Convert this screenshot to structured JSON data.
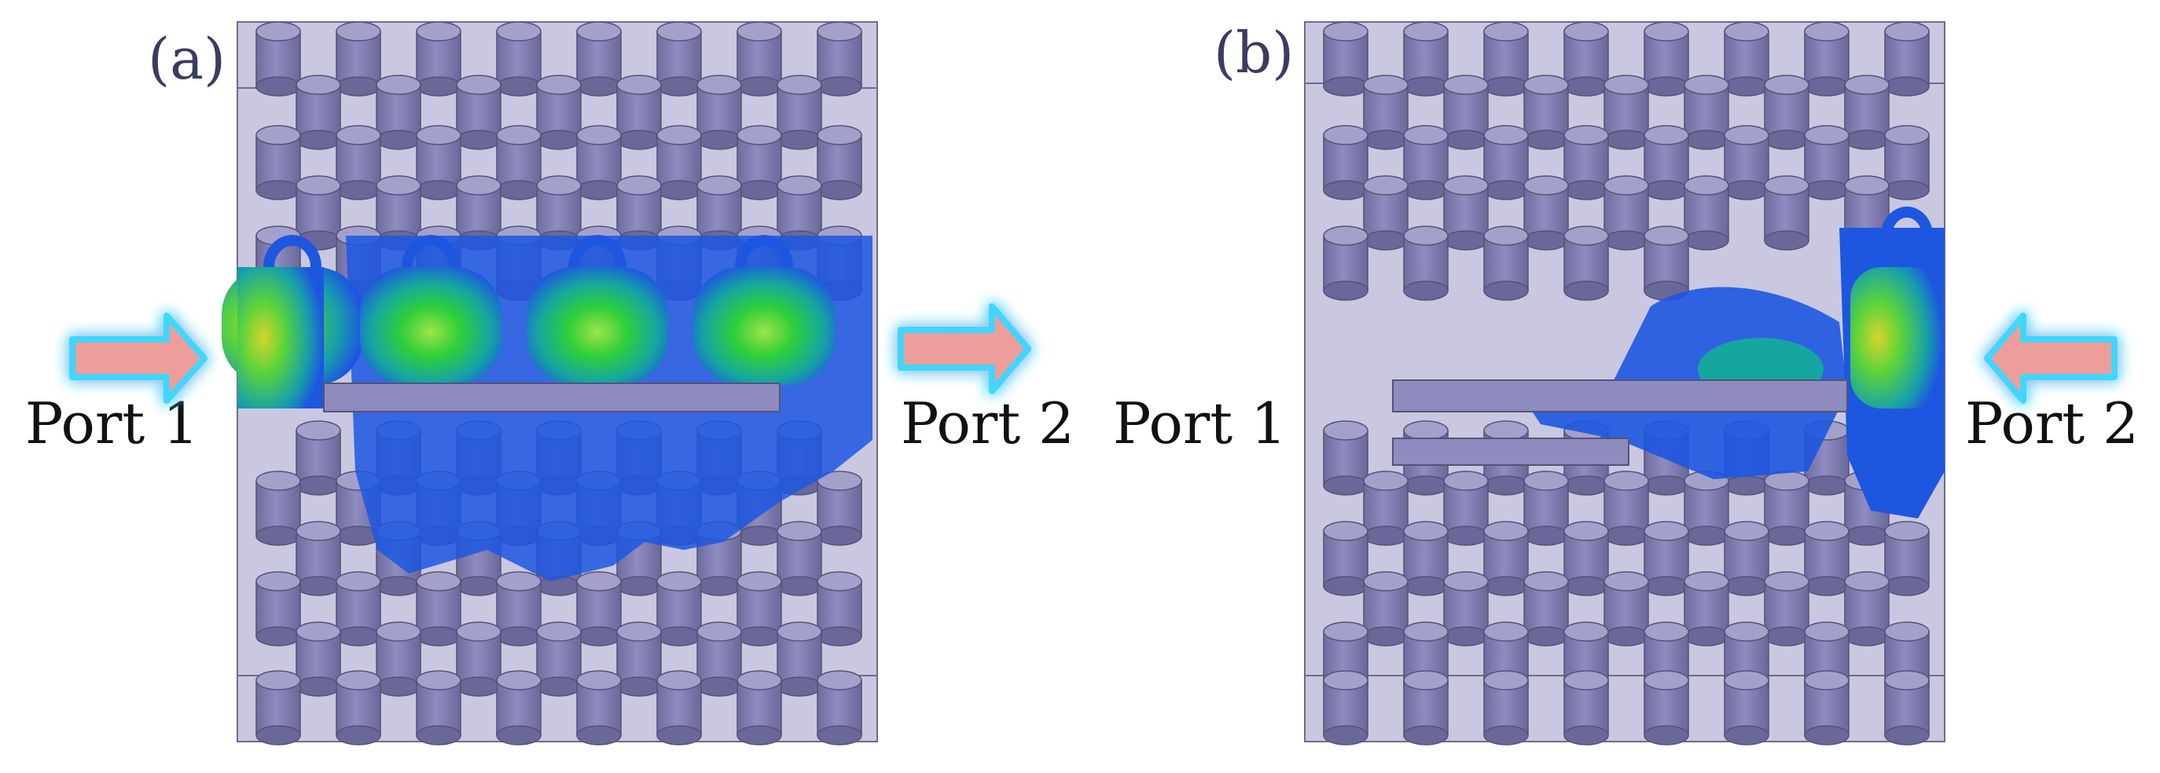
{
  "panels": [
    {
      "id": "a",
      "label": "(a)",
      "port_left": "Port 1",
      "port_right": "Port 2",
      "arrow_left": "right",
      "arrow_right": "right",
      "field": "propagating",
      "arrow_icon": "arrow-right-icon"
    },
    {
      "id": "b",
      "label": "(b)",
      "port_left": "Port 1",
      "port_right": "Port 2",
      "arrow_left": "none",
      "arrow_right": "left",
      "field": "blocked",
      "arrow_icon": "arrow-left-icon"
    }
  ],
  "colors": {
    "frame": "#c9c8e0",
    "frame_edge": "#6d6c8c",
    "rod": "#8784b5",
    "rod_top": "#a3a1cc",
    "rod_edge": "#555377",
    "arrow_fill": "#ee9e9a",
    "arrow_glow": "#3fd6ff",
    "field_blue": "#1d57e0",
    "field_green": "#2fcf39",
    "field_yellow": "#d6e42a"
  }
}
